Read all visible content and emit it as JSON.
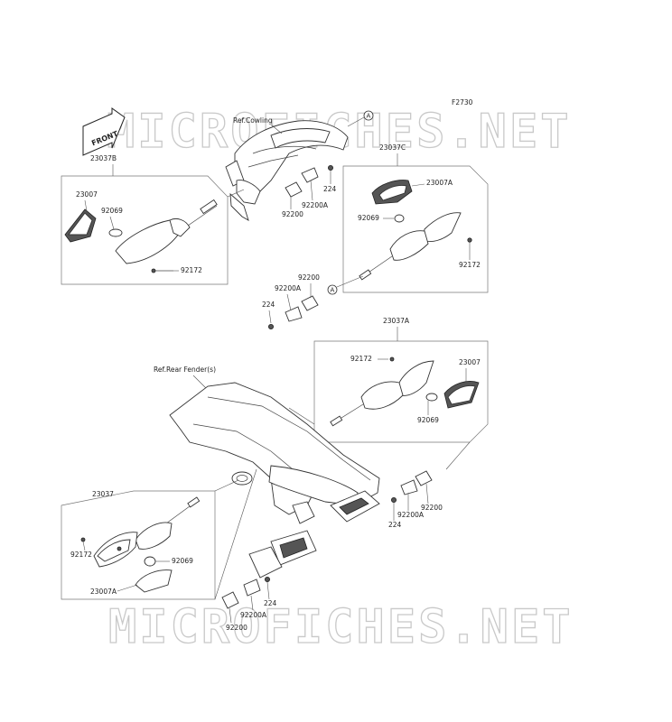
{
  "diagram": {
    "code": "F2730",
    "watermark_text": "MICROFICHES.NET",
    "front_label": "FRONT",
    "refs": {
      "cowling": "Ref.Cowling",
      "rear_fender": "Ref.Rear Fender(s)"
    },
    "callout_letter": "A",
    "labels": {
      "p23037B": "23037B",
      "p23007_a": "23007",
      "p92069_a": "92069",
      "p92172_a": "92172",
      "p224_a": "224",
      "p92200A_a": "92200A",
      "p92200_a": "92200",
      "p23037C": "23037C",
      "p23007A_a": "23007A",
      "p92069_b": "92069",
      "p92172_b": "92172",
      "p92200_b": "92200",
      "p92200A_b": "92200A",
      "p224_b": "224",
      "p23037A": "23037A",
      "p92172_c": "92172",
      "p23007_b": "23007",
      "p92069_c": "92069",
      "p224_c": "224",
      "p92200A_c": "92200A",
      "p92200_c": "92200",
      "p23037": "23037",
      "p92172_d": "92172",
      "p92069_d": "92069",
      "p23007A_b": "23007A",
      "p224_d": "224",
      "p92200A_d": "92200A",
      "p92200_d": "92200"
    }
  }
}
